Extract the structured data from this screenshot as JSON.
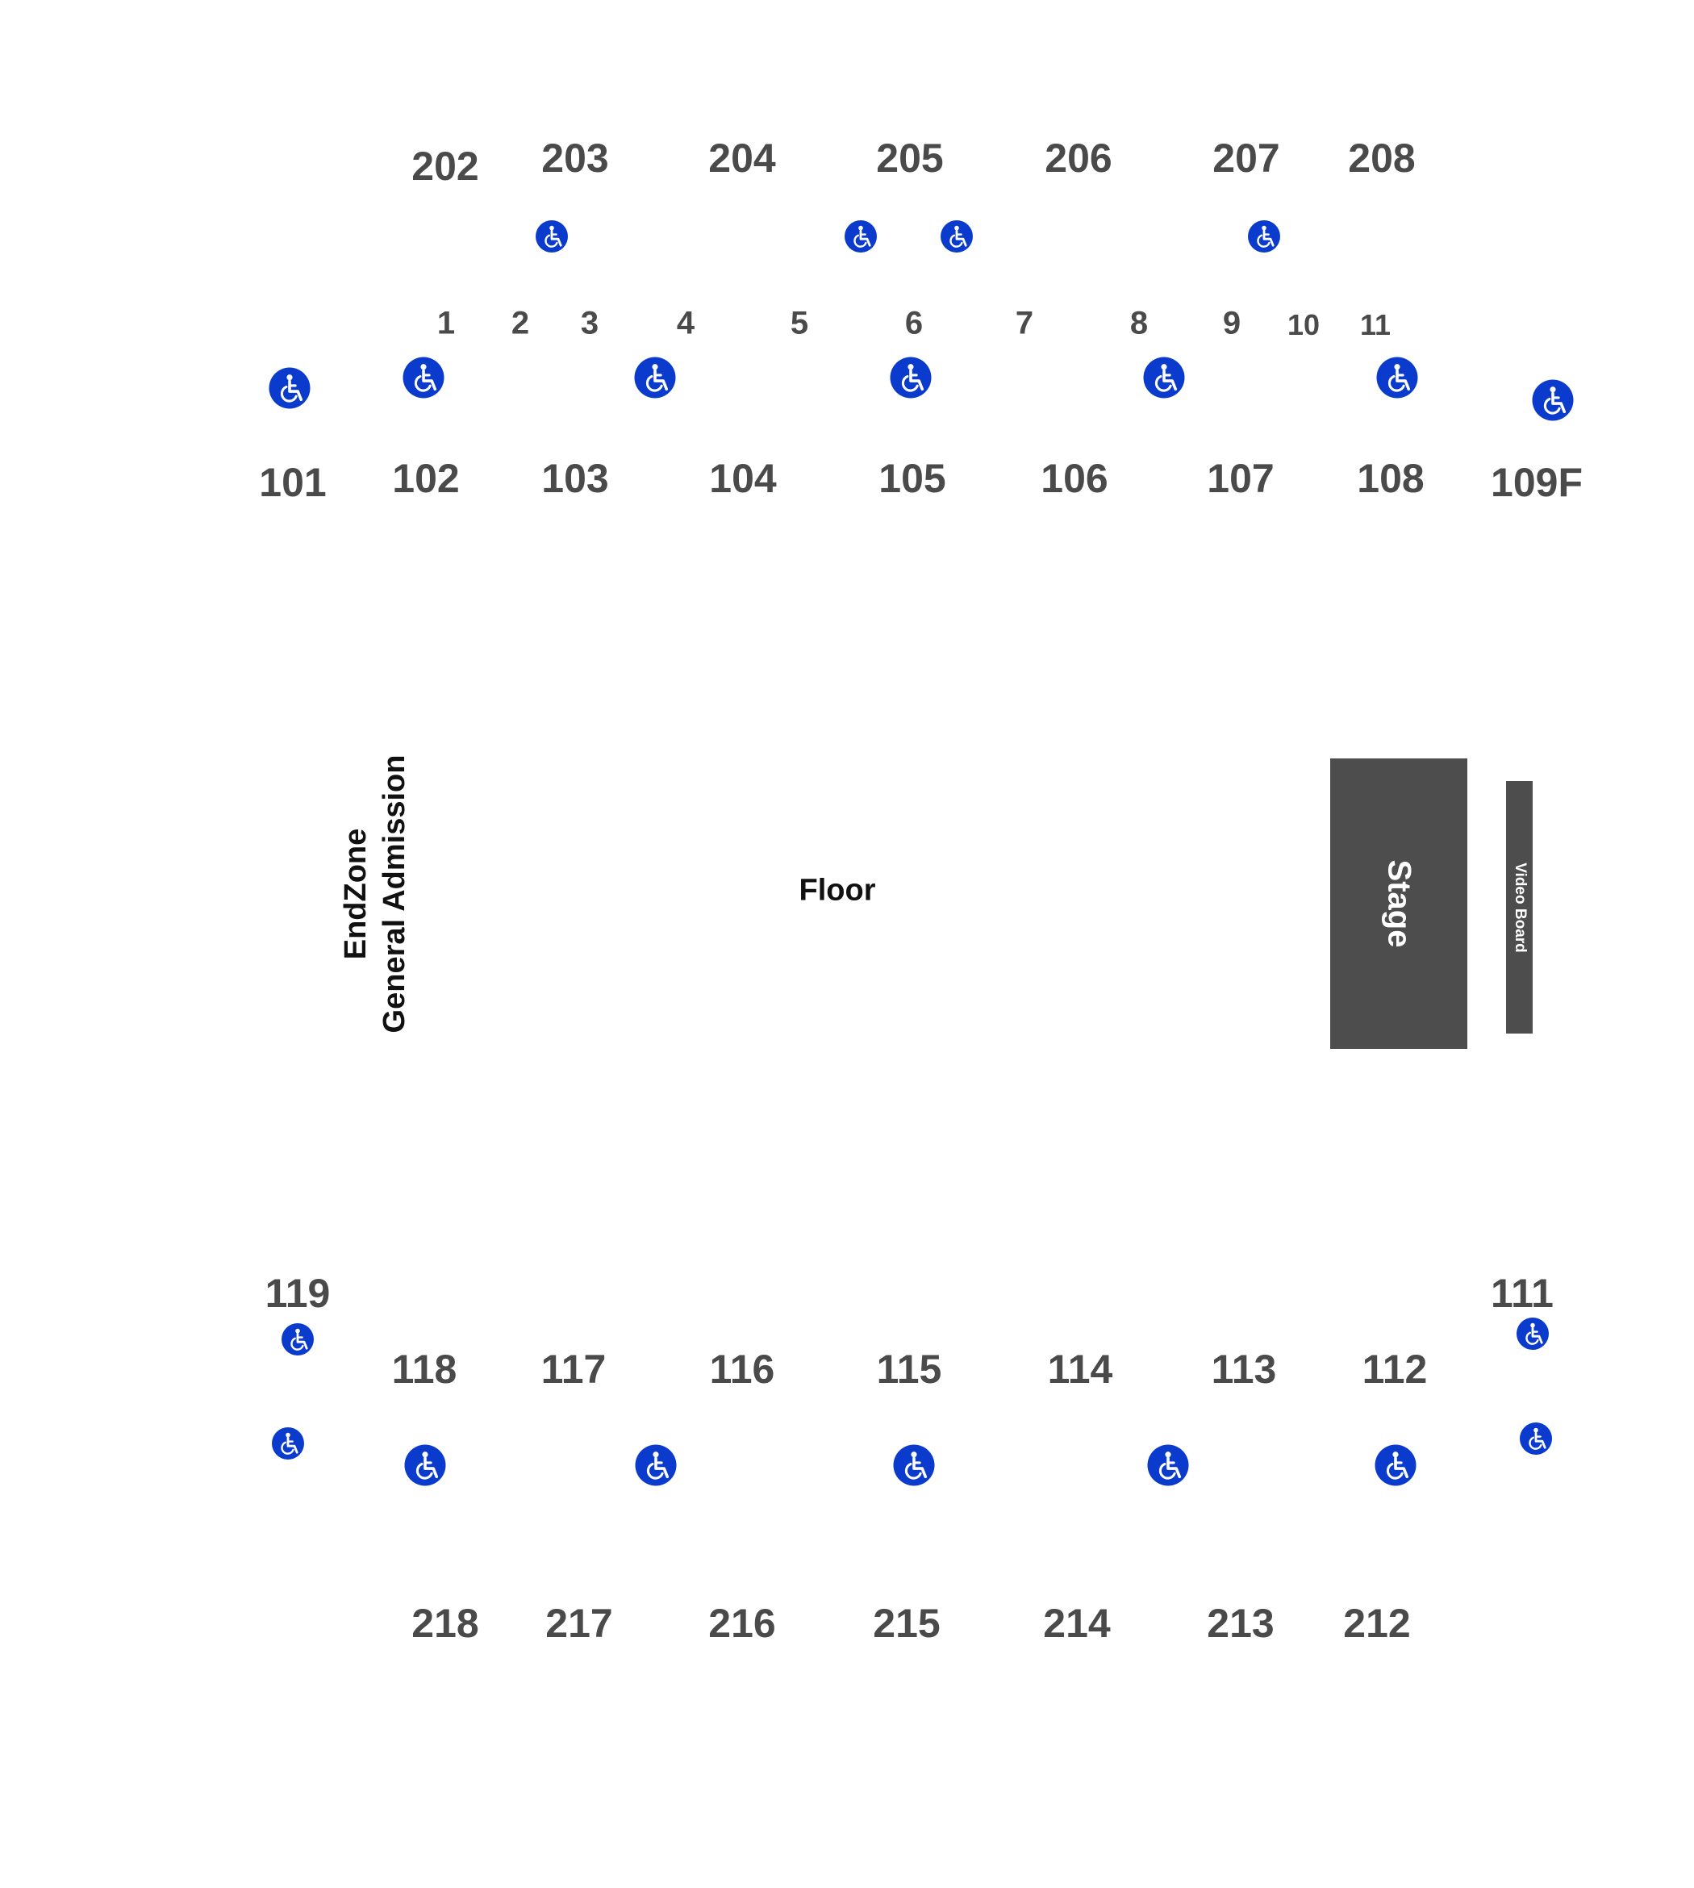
{
  "map": {
    "upper_top_sections": [
      "202",
      "203",
      "204",
      "205",
      "206",
      "207",
      "208"
    ],
    "rows": [
      "1",
      "2",
      "3",
      "4",
      "5",
      "6",
      "7",
      "8",
      "9",
      "10",
      "11"
    ],
    "lower_top_sections": [
      "101",
      "102",
      "103",
      "104",
      "105",
      "106",
      "107",
      "108",
      "109F"
    ],
    "floor_label": "Floor",
    "endzone": {
      "line1": "EndZone",
      "line2": "General Admission"
    },
    "stage_label": "Stage",
    "video_board_label": "Video Board",
    "side_sections": [
      "119",
      "111"
    ],
    "lower_bottom_sections": [
      "118",
      "117",
      "116",
      "115",
      "114",
      "113",
      "112"
    ],
    "upper_bottom_sections": [
      "218",
      "217",
      "216",
      "215",
      "214",
      "213",
      "212"
    ],
    "accessible_icon": "wheelchair-accessible-icon",
    "colors": {
      "section_text": "#4a4a4a",
      "accessible_blue": "#0a3bcc",
      "stage_fill": "#4d4d4d"
    }
  }
}
